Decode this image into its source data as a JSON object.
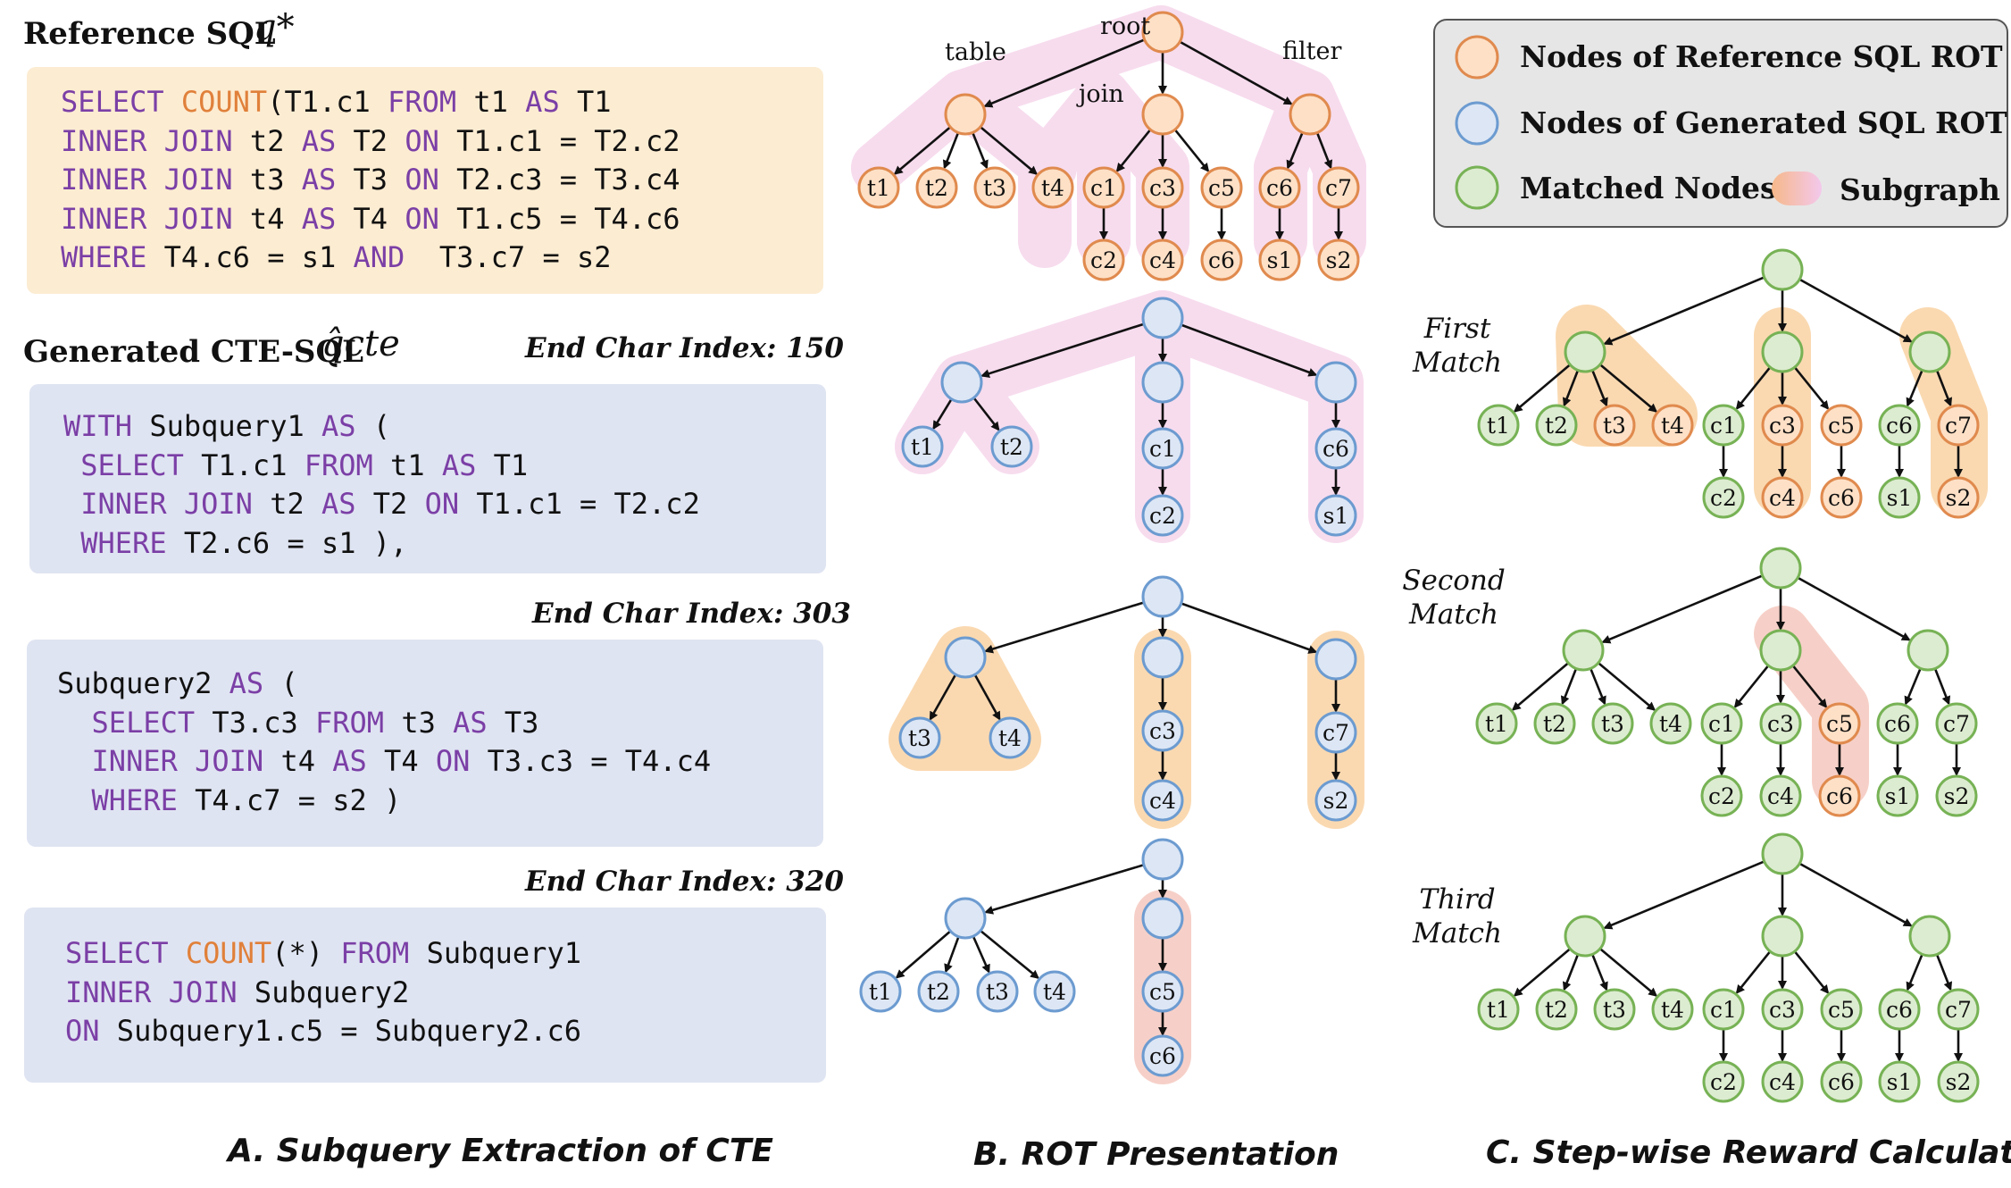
{
  "panel_a": {
    "reference_title": "Reference SQL",
    "reference_symbol": "q*",
    "generated_title": "Generated CTE-SQL",
    "generated_symbol": "q̂cte",
    "end_index_1": "End Char Index: 150",
    "end_index_2": "End Char Index: 303",
    "end_index_3": "End Char Index: 320",
    "caption": "A. Subquery Extraction of CTE",
    "reference_code": [
      [
        {
          "t": "SELECT ",
          "c": "kw"
        },
        {
          "t": "COUNT",
          "c": "fn"
        },
        {
          "t": "(T1.c1 ",
          "c": ""
        },
        {
          "t": "FROM",
          "c": "kw"
        },
        {
          "t": " t1 ",
          "c": ""
        },
        {
          "t": "AS",
          "c": "kw"
        },
        {
          "t": " T1",
          "c": ""
        }
      ],
      [
        {
          "t": "INNER JOIN",
          "c": "kw"
        },
        {
          "t": " t2 ",
          "c": ""
        },
        {
          "t": "AS",
          "c": "kw"
        },
        {
          "t": " T2 ",
          "c": ""
        },
        {
          "t": "ON",
          "c": "kw"
        },
        {
          "t": " T1.c1 = T2.c2",
          "c": ""
        }
      ],
      [
        {
          "t": "INNER JOIN",
          "c": "kw"
        },
        {
          "t": " t3 ",
          "c": ""
        },
        {
          "t": "AS",
          "c": "kw"
        },
        {
          "t": " T3 ",
          "c": ""
        },
        {
          "t": "ON",
          "c": "kw"
        },
        {
          "t": " T2.c3 = T3.c4",
          "c": ""
        }
      ],
      [
        {
          "t": "INNER JOIN",
          "c": "kw"
        },
        {
          "t": " t4 ",
          "c": ""
        },
        {
          "t": "AS",
          "c": "kw"
        },
        {
          "t": " T4 ",
          "c": ""
        },
        {
          "t": "ON",
          "c": "kw"
        },
        {
          "t": " T1.c5 = T4.c6",
          "c": ""
        }
      ],
      [
        {
          "t": "WHERE",
          "c": "kw"
        },
        {
          "t": " T4.c6 = s1 ",
          "c": ""
        },
        {
          "t": "AND",
          "c": "kw"
        },
        {
          "t": "  T3.c7 = s2",
          "c": ""
        }
      ]
    ],
    "cte_code_1": [
      [
        {
          "t": "WITH",
          "c": "kw"
        },
        {
          "t": " Subquery1 ",
          "c": ""
        },
        {
          "t": "AS",
          "c": "kw"
        },
        {
          "t": " (",
          "c": ""
        }
      ],
      [
        {
          "t": " ",
          "c": ""
        },
        {
          "t": "SELECT",
          "c": "kw"
        },
        {
          "t": " T1.c1 ",
          "c": ""
        },
        {
          "t": "FROM",
          "c": "kw"
        },
        {
          "t": " t1 ",
          "c": ""
        },
        {
          "t": "AS",
          "c": "kw"
        },
        {
          "t": " T1",
          "c": ""
        }
      ],
      [
        {
          "t": " ",
          "c": ""
        },
        {
          "t": "INNER JOIN",
          "c": "kw"
        },
        {
          "t": " t2 ",
          "c": ""
        },
        {
          "t": "AS",
          "c": "kw"
        },
        {
          "t": " T2 ",
          "c": ""
        },
        {
          "t": "ON",
          "c": "kw"
        },
        {
          "t": " T1.c1 = T2.c2",
          "c": ""
        }
      ],
      [
        {
          "t": " ",
          "c": ""
        },
        {
          "t": "WHERE",
          "c": "kw"
        },
        {
          "t": " T2.c6 = s1 ),",
          "c": ""
        }
      ]
    ],
    "cte_code_2": [
      [
        {
          "t": "Subquery2 ",
          "c": ""
        },
        {
          "t": "AS",
          "c": "kw"
        },
        {
          "t": " (",
          "c": ""
        }
      ],
      [
        {
          "t": "  ",
          "c": ""
        },
        {
          "t": "SELECT",
          "c": "kw"
        },
        {
          "t": " T3.c3 ",
          "c": ""
        },
        {
          "t": "FROM",
          "c": "kw"
        },
        {
          "t": " t3 ",
          "c": ""
        },
        {
          "t": "AS",
          "c": "kw"
        },
        {
          "t": " T3",
          "c": ""
        }
      ],
      [
        {
          "t": "  ",
          "c": ""
        },
        {
          "t": "INNER JOIN",
          "c": "kw"
        },
        {
          "t": " t4 ",
          "c": ""
        },
        {
          "t": "AS",
          "c": "kw"
        },
        {
          "t": " T4 ",
          "c": ""
        },
        {
          "t": "ON",
          "c": "kw"
        },
        {
          "t": " T3.c3 = T4.c4",
          "c": ""
        }
      ],
      [
        {
          "t": "  ",
          "c": ""
        },
        {
          "t": "WHERE",
          "c": "kw"
        },
        {
          "t": " T4.c7 = s2 )",
          "c": ""
        }
      ]
    ],
    "cte_code_3": [
      [
        {
          "t": "SELECT ",
          "c": "kw"
        },
        {
          "t": "COUNT",
          "c": "fn"
        },
        {
          "t": "(*) ",
          "c": ""
        },
        {
          "t": "FROM",
          "c": "kw"
        },
        {
          "t": " Subquery1",
          "c": ""
        }
      ],
      [
        {
          "t": "INNER JOIN",
          "c": "kw"
        },
        {
          "t": " Subquery2",
          "c": ""
        }
      ],
      [
        {
          "t": "ON",
          "c": "kw"
        },
        {
          "t": " Subquery1.c5 = Subquery2.c6",
          "c": ""
        }
      ]
    ]
  },
  "panel_b": {
    "caption": "B. ROT Presentation",
    "tree_labels": {
      "root": "root",
      "table": "table",
      "join": "join",
      "filter": "filter"
    }
  },
  "panel_c": {
    "caption": "C. Step-wise Reward Calculation",
    "legend": {
      "reference_nodes": "Nodes of  Reference SQL ROT",
      "generated_nodes": "Nodes of  Generated SQL ROT",
      "matched_nodes": "Matched Nodes",
      "subgraph": "Subgraph"
    },
    "match_labels": [
      [
        "First",
        "Match"
      ],
      [
        "Second",
        "Match"
      ],
      [
        "Third",
        "Match"
      ]
    ]
  },
  "colors": {
    "orange_fill": "#fde0c6",
    "orange_stroke": "#e08a4e",
    "blue_fill": "#dce6f5",
    "blue_stroke": "#6c9bd0",
    "green_fill": "#dcecd0",
    "green_stroke": "#77b255",
    "pink_region": "#f7dcee",
    "orange_region": "#fad9b1",
    "red_region": "#f6d0c8",
    "keyword": "#7b3fa6",
    "function": "#e0803a"
  }
}
